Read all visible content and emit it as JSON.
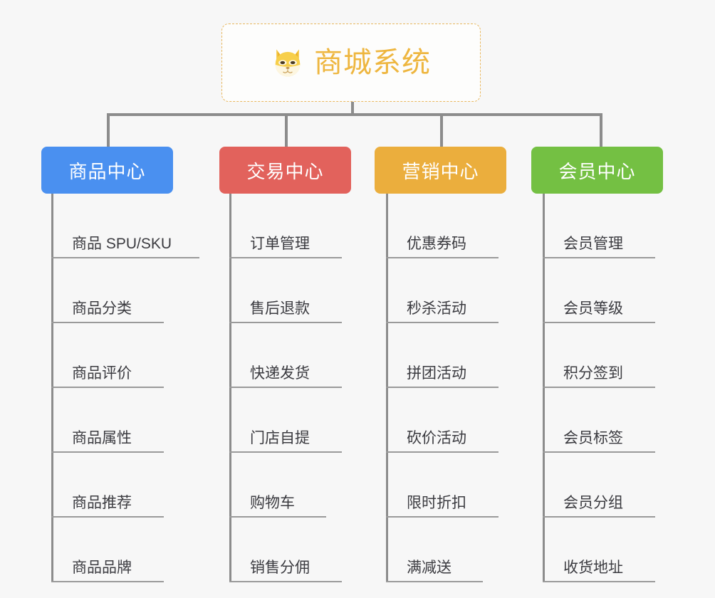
{
  "diagram": {
    "title": "商城系统",
    "root": {
      "label": "商城系统",
      "icon": "shiba-dog-face-icon",
      "border_color": "#e8b75e",
      "text_color": "#eeb63f"
    },
    "connector_color": "#8c8c8c",
    "background_color": "#f7f7f7",
    "branches": [
      {
        "label": "商品中心",
        "color": "#4a90f0",
        "items": [
          "商品 SPU/SKU",
          "商品分类",
          "商品评价",
          "商品属性",
          "商品推荐",
          "商品品牌"
        ]
      },
      {
        "label": "交易中心",
        "color": "#e2625c",
        "items": [
          "订单管理",
          "售后退款",
          "快递发货",
          "门店自提",
          "购物车",
          "销售分佣"
        ]
      },
      {
        "label": "营销中心",
        "color": "#ebae3d",
        "items": [
          "优惠券码",
          "秒杀活动",
          "拼团活动",
          "砍价活动",
          "限时折扣",
          "满减送"
        ]
      },
      {
        "label": "会员中心",
        "color": "#74c043",
        "items": [
          "会员管理",
          "会员等级",
          "积分签到",
          "会员标签",
          "会员分组",
          "收货地址"
        ]
      }
    ]
  }
}
